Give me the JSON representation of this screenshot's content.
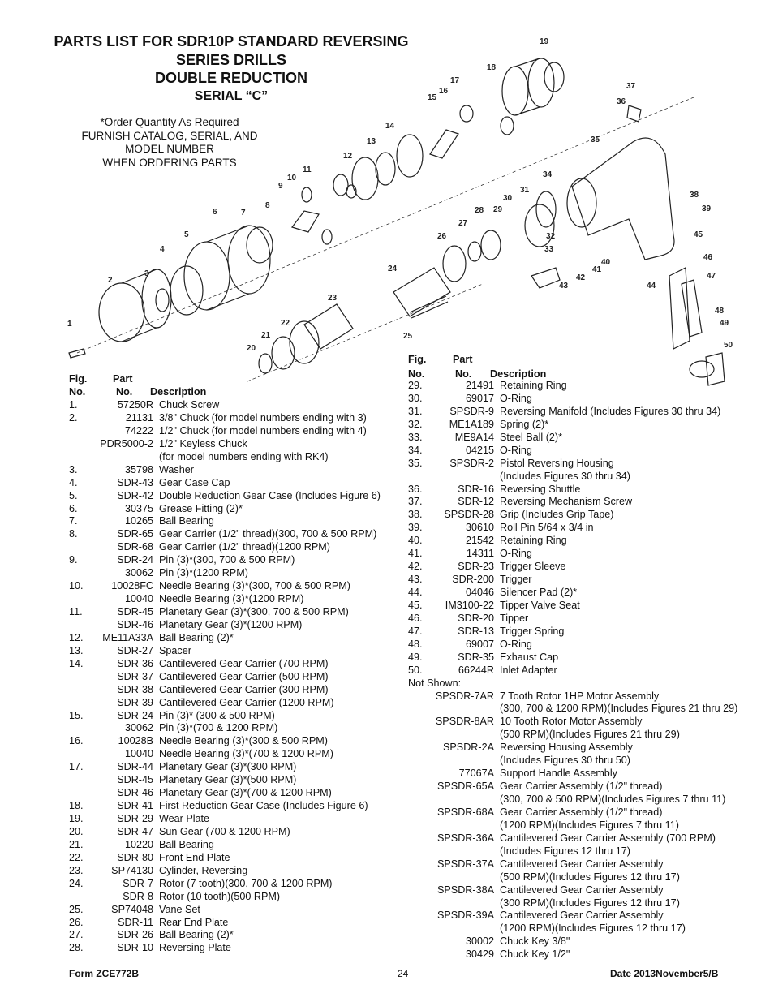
{
  "title": {
    "line1": "PARTS LIST FOR SDR10P STANDARD REVERSING",
    "line2": "SERIES DRILLS",
    "line3": "DOUBLE REDUCTION",
    "line4": "SERIAL “C”"
  },
  "note": {
    "line1": "*Order Quantity As Required",
    "line2": "FURNISH CATALOG, SERIAL, AND",
    "line3": "MODEL NUMBER",
    "line4": "WHEN ORDERING PARTS"
  },
  "diagram_callouts": [
    "1",
    "2",
    "3",
    "4",
    "5",
    "6",
    "7",
    "8",
    "9",
    "10",
    "11",
    "12",
    "13",
    "14",
    "15",
    "16",
    "17",
    "18",
    "19",
    "20",
    "21",
    "22",
    "23",
    "24",
    "25",
    "26",
    "27",
    "28",
    "29",
    "30",
    "31",
    "32",
    "33",
    "34",
    "35",
    "36",
    "37",
    "38",
    "39",
    "40",
    "41",
    "42",
    "43",
    "44",
    "45",
    "46",
    "47",
    "48",
    "49",
    "50"
  ],
  "header": {
    "fig": "Fig.",
    "no": "No.",
    "part": "Part",
    "part_no": "No.",
    "description": "Description"
  },
  "left_rows": [
    {
      "fig": "1.",
      "part": "57250R",
      "desc": "Chuck Screw"
    },
    {
      "fig": "2.",
      "part": "21131",
      "desc": "3/8\" Chuck (for model numbers ending with 3)"
    },
    {
      "fig": "",
      "part": "74222",
      "desc": "1/2\" Chuck (for model numbers ending with 4)"
    },
    {
      "fig": "",
      "part": "PDR5000-2",
      "desc": "1/2\" Keyless Chuck"
    },
    {
      "fig": "",
      "part": "",
      "desc": "(for model numbers ending with RK4)"
    },
    {
      "fig": "3.",
      "part": "35798",
      "desc": "Washer"
    },
    {
      "fig": "4.",
      "part": "SDR-43",
      "desc": "Gear Case Cap"
    },
    {
      "fig": "5.",
      "part": "SDR-42",
      "desc": "Double Reduction Gear Case (Includes Figure 6)"
    },
    {
      "fig": "6.",
      "part": "30375",
      "desc": "Grease Fitting (2)*"
    },
    {
      "fig": "7.",
      "part": "10265",
      "desc": "Ball Bearing"
    },
    {
      "fig": "8.",
      "part": "SDR-65",
      "desc": "Gear Carrier (1/2\" thread)(300, 700 & 500 RPM)"
    },
    {
      "fig": "",
      "part": "SDR-68",
      "desc": "Gear Carrier (1/2\" thread)(1200 RPM)"
    },
    {
      "fig": "9.",
      "part": "SDR-24",
      "desc": "Pin (3)*(300, 700 & 500 RPM)"
    },
    {
      "fig": "",
      "part": "30062",
      "desc": "Pin (3)*(1200 RPM)"
    },
    {
      "fig": "10.",
      "part": "10028FC",
      "desc": "Needle Bearing (3)*(300, 700 & 500 RPM)"
    },
    {
      "fig": "",
      "part": "10040",
      "desc": "Needle Bearing (3)*(1200 RPM)"
    },
    {
      "fig": "11.",
      "part": "SDR-45",
      "desc": "Planetary Gear (3)*(300, 700 & 500 RPM)"
    },
    {
      "fig": "",
      "part": "SDR-46",
      "desc": "Planetary Gear (3)*(1200 RPM)"
    },
    {
      "fig": "12.",
      "part": "ME11A33A",
      "desc": "Ball Bearing (2)*"
    },
    {
      "fig": "13.",
      "part": "SDR-27",
      "desc": "Spacer"
    },
    {
      "fig": "14.",
      "part": "SDR-36",
      "desc": "Cantilevered Gear Carrier (700 RPM)"
    },
    {
      "fig": "",
      "part": "SDR-37",
      "desc": "Cantilevered Gear Carrier (500 RPM)"
    },
    {
      "fig": "",
      "part": "SDR-38",
      "desc": "Cantilevered Gear Carrier (300 RPM)"
    },
    {
      "fig": "",
      "part": "SDR-39",
      "desc": "Cantilevered Gear Carrier (1200 RPM)"
    },
    {
      "fig": "15.",
      "part": "SDR-24",
      "desc": "Pin (3)* (300 & 500 RPM)"
    },
    {
      "fig": "",
      "part": "30062",
      "desc": "Pin (3)*(700 & 1200 RPM)"
    },
    {
      "fig": "16.",
      "part": "10028B",
      "desc": "Needle Bearing (3)*(300 & 500 RPM)"
    },
    {
      "fig": "",
      "part": "10040",
      "desc": "Needle Bearing (3)*(700 & 1200 RPM)"
    },
    {
      "fig": "17.",
      "part": "SDR-44",
      "desc": "Planetary Gear (3)*(300 RPM)"
    },
    {
      "fig": "",
      "part": "SDR-45",
      "desc": "Planetary Gear (3)*(500 RPM)"
    },
    {
      "fig": "",
      "part": "SDR-46",
      "desc": "Planetary Gear (3)*(700 & 1200 RPM)"
    },
    {
      "fig": "18.",
      "part": "SDR-41",
      "desc": "First Reduction Gear Case (Includes Figure 6)"
    },
    {
      "fig": "19.",
      "part": "SDR-29",
      "desc": "Wear Plate"
    },
    {
      "fig": "20.",
      "part": "SDR-47",
      "desc": "Sun Gear (700 & 1200 RPM)"
    },
    {
      "fig": "21.",
      "part": "10220",
      "desc": "Ball Bearing"
    },
    {
      "fig": "22.",
      "part": "SDR-80",
      "desc": "Front End Plate"
    },
    {
      "fig": "23.",
      "part": "SP74130",
      "desc": "Cylinder, Reversing"
    },
    {
      "fig": "24.",
      "part": "SDR-7",
      "desc": "Rotor (7 tooth)(300, 700 & 1200 RPM)"
    },
    {
      "fig": "",
      "part": "SDR-8",
      "desc": "Rotor (10 tooth)(500 RPM)"
    },
    {
      "fig": "25.",
      "part": "SP74048",
      "desc": "Vane Set"
    },
    {
      "fig": "26.",
      "part": "SDR-11",
      "desc": "Rear End Plate"
    },
    {
      "fig": "27.",
      "part": "SDR-26",
      "desc": "Ball Bearing (2)*"
    },
    {
      "fig": "28.",
      "part": "SDR-10",
      "desc": "Reversing Plate"
    }
  ],
  "right_rows": [
    {
      "fig": "29.",
      "part": "21491",
      "desc": "Retaining Ring"
    },
    {
      "fig": "30.",
      "part": "69017",
      "desc": "O-Ring"
    },
    {
      "fig": "31.",
      "part": "SPSDR-9",
      "desc": "Reversing Manifold (Includes Figures 30 thru 34)"
    },
    {
      "fig": "32.",
      "part": "ME1A189",
      "desc": "Spring (2)*"
    },
    {
      "fig": "33.",
      "part": "ME9A14",
      "desc": "Steel Ball (2)*"
    },
    {
      "fig": "34.",
      "part": "04215",
      "desc": "O-Ring"
    },
    {
      "fig": "35.",
      "part": "SPSDR-2",
      "desc": "Pistol Reversing Housing"
    },
    {
      "fig": "",
      "part": "",
      "desc": "(Includes Figures 30 thru 34)"
    },
    {
      "fig": "36.",
      "part": "SDR-16",
      "desc": "Reversing Shuttle"
    },
    {
      "fig": "37.",
      "part": "SDR-12",
      "desc": "Reversing Mechanism Screw"
    },
    {
      "fig": "38.",
      "part": "SPSDR-28",
      "desc": "Grip (Includes Grip Tape)"
    },
    {
      "fig": "39.",
      "part": "30610",
      "desc": "Roll Pin 5/64 x 3/4 in"
    },
    {
      "fig": "40.",
      "part": "21542",
      "desc": "Retaining Ring"
    },
    {
      "fig": "41.",
      "part": "14311",
      "desc": "O-Ring"
    },
    {
      "fig": "42.",
      "part": "SDR-23",
      "desc": "Trigger Sleeve"
    },
    {
      "fig": "43.",
      "part": "SDR-200",
      "desc": "Trigger"
    },
    {
      "fig": "44.",
      "part": "04046",
      "desc": "Silencer Pad (2)*"
    },
    {
      "fig": "45.",
      "part": "IM3100-22",
      "desc": "Tipper Valve Seat"
    },
    {
      "fig": "46.",
      "part": "SDR-20",
      "desc": "Tipper"
    },
    {
      "fig": "47.",
      "part": "SDR-13",
      "desc": "Trigger Spring"
    },
    {
      "fig": "48.",
      "part": "69007",
      "desc": "O-Ring"
    },
    {
      "fig": "49.",
      "part": "SDR-35",
      "desc": "Exhaust Cap"
    },
    {
      "fig": "50.",
      "part": "66244R",
      "desc": "Inlet Adapter"
    },
    {
      "fig": "Not Shown:",
      "part": "",
      "desc": ""
    },
    {
      "fig": "",
      "part": "SPSDR-7AR",
      "desc": "7 Tooth Rotor 1HP Motor Assembly"
    },
    {
      "fig": "",
      "part": "",
      "desc": "(300, 700 & 1200 RPM)(Includes Figures 21 thru 29)"
    },
    {
      "fig": "",
      "part": "SPSDR-8AR",
      "desc": "10 Tooth Rotor Motor Assembly"
    },
    {
      "fig": "",
      "part": "",
      "desc": "(500 RPM)(Includes Figures 21 thru 29)"
    },
    {
      "fig": "",
      "part": "SPSDR-2A",
      "desc": "Reversing Housing Assembly"
    },
    {
      "fig": "",
      "part": "",
      "desc": "(Includes Figures 30 thru 50)"
    },
    {
      "fig": "",
      "part": "77067A",
      "desc": "Support Handle Assembly"
    },
    {
      "fig": "",
      "part": "SPSDR-65A",
      "desc": "Gear Carrier Assembly (1/2\" thread)"
    },
    {
      "fig": "",
      "part": "",
      "desc": "(300, 700 & 500 RPM)(Includes Figures 7 thru 11)"
    },
    {
      "fig": "",
      "part": "SPSDR-68A",
      "desc": "Gear Carrier Assembly (1/2\" thread)"
    },
    {
      "fig": "",
      "part": "",
      "desc": "(1200 RPM)(Includes Figures 7 thru 11)"
    },
    {
      "fig": "",
      "part": "SPSDR-36A",
      "desc": "Cantilevered Gear Carrier Assembly (700 RPM)"
    },
    {
      "fig": "",
      "part": "",
      "desc": "(Includes Figures 12 thru 17)"
    },
    {
      "fig": "",
      "part": "SPSDR-37A",
      "desc": "Cantilevered Gear Carrier Assembly"
    },
    {
      "fig": "",
      "part": "",
      "desc": "(500 RPM)(Includes Figures 12 thru 17)"
    },
    {
      "fig": "",
      "part": "SPSDR-38A",
      "desc": "Cantilevered Gear Carrier Assembly"
    },
    {
      "fig": "",
      "part": "",
      "desc": "(300 RPM)(Includes Figures 12 thru 17)"
    },
    {
      "fig": "",
      "part": "SPSDR-39A",
      "desc": "Cantilevered Gear Carrier Assembly"
    },
    {
      "fig": "",
      "part": "",
      "desc": "(1200 RPM)(Includes Figures 12 thru 17)"
    },
    {
      "fig": "",
      "part": "30002",
      "desc": "Chuck Key 3/8\""
    },
    {
      "fig": "",
      "part": "30429",
      "desc": "Chuck Key 1/2\""
    }
  ],
  "footer": {
    "form": "Form ZCE772B",
    "page": "24",
    "date_label": "Date",
    "date_value": "2013November5/B"
  }
}
